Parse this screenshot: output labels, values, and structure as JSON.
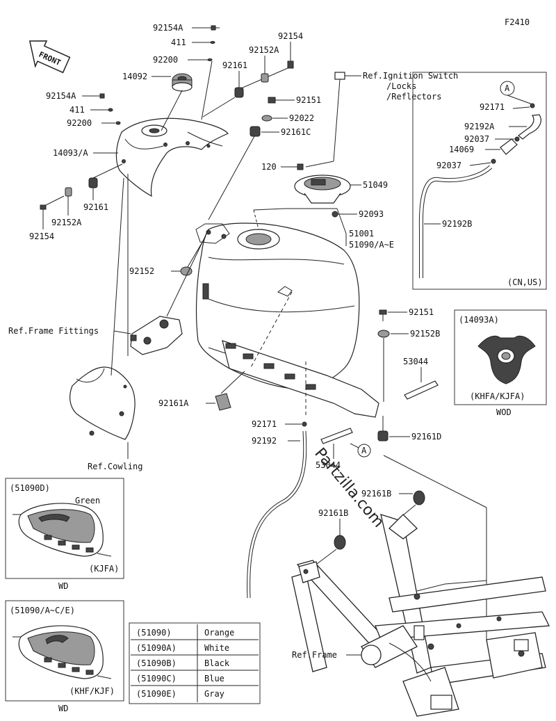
{
  "figure_code": "F2410",
  "front_label": "FRONT",
  "watermark": "Partzilla.com",
  "callouts": {
    "c92154A_top": "92154A",
    "c411_top": "411",
    "c92154_top": "92154",
    "c92152A_top": "92152A",
    "c92200_top": "92200",
    "c14092": "14092",
    "c92161_top": "92161",
    "c92151_top": "92151",
    "c92022": "92022",
    "c92161C": "92161C",
    "c92154A_left": "92154A",
    "c411_left": "411",
    "c92200_left": "92200",
    "c14093A": "14093/A",
    "c92161_left": "92161",
    "c92152A_left": "92152A",
    "c92154_left": "92154",
    "c120": "120",
    "c51049": "51049",
    "c92093": "92093",
    "c51001": "51001",
    "c51090": "51090/A~E",
    "c92152": "92152",
    "c92151_right": "92151",
    "c92152B": "92152B",
    "c53044_right": "53044",
    "c92161A": "92161A",
    "c92171_mid": "92171",
    "c92192": "92192",
    "c53044_mid": "53044",
    "c92161D": "92161D",
    "c92161B_right": "92161B",
    "c92161B_left": "92161B",
    "ref_ignition": "Ref.Ignition Switch",
    "ref_locks": "/Locks",
    "ref_reflectors": "/Reflectors",
    "ref_frame_fittings": "Ref.Frame Fittings",
    "ref_cowling": "Ref.Cowling",
    "ref_frame": "Ref.Frame",
    "marker_a": "A"
  },
  "hose_inset": {
    "marker": "A",
    "c92171": "92171",
    "c92192A": "92192A",
    "c92037_top": "92037",
    "c14069": "14069",
    "c92037_bottom": "92037",
    "c92192B": "92192B",
    "region": "(CN,US)"
  },
  "cover_inset": {
    "part": "(14093A)",
    "variant": "(KHFA/KJFA)",
    "caption": "WOD"
  },
  "tank_inset_d": {
    "part": "(51090D)",
    "color_note": "Green",
    "variant": "(KJFA)",
    "caption": "WD"
  },
  "tank_inset_ace": {
    "part": "(51090/A~C/E)",
    "variant": "(KHF/KJF)",
    "caption": "WD"
  },
  "color_table": {
    "rows": [
      {
        "part": "(51090)",
        "color": "Orange"
      },
      {
        "part": "(51090A)",
        "color": "White"
      },
      {
        "part": "(51090B)",
        "color": "Black"
      },
      {
        "part": "(51090C)",
        "color": "Blue"
      },
      {
        "part": "(51090E)",
        "color": "Gray"
      }
    ]
  }
}
